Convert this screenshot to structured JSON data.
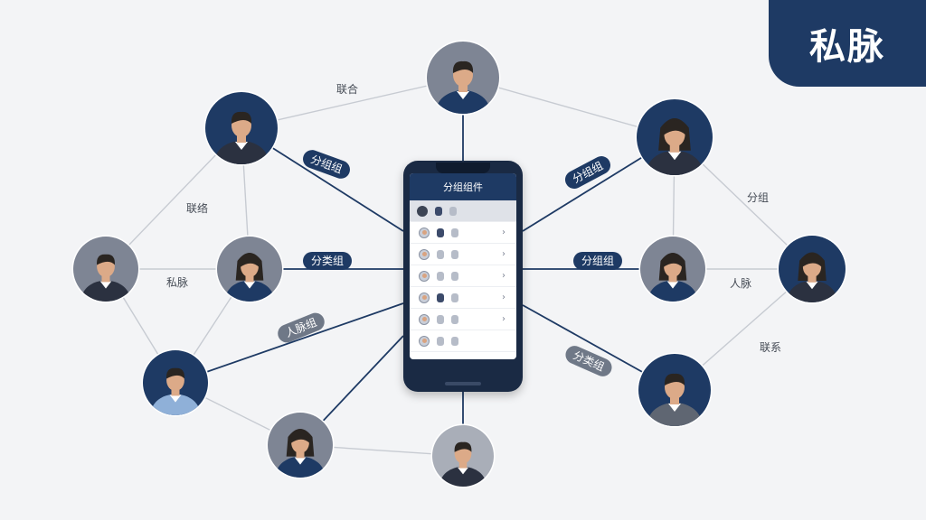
{
  "brand": {
    "title": "私脉",
    "color": "#1e3a64"
  },
  "phone": {
    "header": "分组组件",
    "rows": [
      {
        "avatar": "dark",
        "pills": [
          "navy",
          "gray"
        ],
        "chevron": ""
      },
      {
        "avatar": "person",
        "pills": [
          "navy",
          "gray"
        ],
        "chevron": "›"
      },
      {
        "avatar": "person",
        "pills": [
          "gray",
          "gray"
        ],
        "chevron": "›"
      },
      {
        "avatar": "person",
        "pills": [
          "gray",
          "gray"
        ],
        "chevron": "›"
      },
      {
        "avatar": "person",
        "pills": [
          "navy",
          "gray"
        ],
        "chevron": "›"
      },
      {
        "avatar": "person",
        "pills": [
          "gray",
          "gray"
        ],
        "chevron": "›"
      },
      {
        "avatar": "person",
        "pills": [
          "gray",
          "gray"
        ],
        "chevron": ""
      }
    ]
  },
  "tags": [
    {
      "id": "tag-top-left",
      "text": "分组组",
      "style": "navy"
    },
    {
      "id": "tag-mid-left",
      "text": "分类组",
      "style": "navy"
    },
    {
      "id": "tag-lower-left",
      "text": "人脉组",
      "style": "gray"
    },
    {
      "id": "tag-top-right",
      "text": "分组组",
      "style": "navy"
    },
    {
      "id": "tag-mid-right",
      "text": "分组组",
      "style": "navy"
    },
    {
      "id": "tag-lower-right",
      "text": "分类组",
      "style": "gray"
    }
  ],
  "labels": [
    {
      "id": "label-top",
      "text": "联合"
    },
    {
      "id": "label-left-upper",
      "text": "联络"
    },
    {
      "id": "label-left-mid",
      "text": "私脉"
    },
    {
      "id": "label-right-upper",
      "text": "分组"
    },
    {
      "id": "label-right-mid",
      "text": "人脉"
    },
    {
      "id": "label-right-lower",
      "text": "联系"
    }
  ],
  "contacts": [
    {
      "id": "contact-top-center",
      "bg": "#7e8594",
      "gender": "m",
      "shirt": "#1e3a64"
    },
    {
      "id": "contact-top-left",
      "bg": "#1e3a64",
      "gender": "m",
      "shirt": "#2b3140"
    },
    {
      "id": "contact-left-outer",
      "bg": "#7e8594",
      "gender": "m",
      "shirt": "#2b3140"
    },
    {
      "id": "contact-left-inner",
      "bg": "#7e8594",
      "gender": "f",
      "shirt": "#1e3a64"
    },
    {
      "id": "contact-lower-left",
      "bg": "#1e3a64",
      "gender": "m",
      "shirt": "#8fb0d8"
    },
    {
      "id": "contact-bottom-left",
      "bg": "#7e8594",
      "gender": "f",
      "shirt": "#1e3a64"
    },
    {
      "id": "contact-bottom-center",
      "bg": "#a9aeb8",
      "gender": "m",
      "shirt": "#2b3140"
    },
    {
      "id": "contact-top-right",
      "bg": "#1e3a64",
      "gender": "f",
      "shirt": "#2b3140"
    },
    {
      "id": "contact-right-inner",
      "bg": "#7e8594",
      "gender": "f",
      "shirt": "#1e3a64"
    },
    {
      "id": "contact-right-outer",
      "bg": "#1e3a64",
      "gender": "f",
      "shirt": "#2b3140"
    },
    {
      "id": "contact-lower-right",
      "bg": "#1e3a64",
      "gender": "m",
      "shirt": "#5f6672"
    }
  ],
  "colors": {
    "line_dark": "#1e3a64",
    "line_light": "#c7cbd2",
    "skin": "#dcaa88",
    "hair": "#2a2521"
  }
}
